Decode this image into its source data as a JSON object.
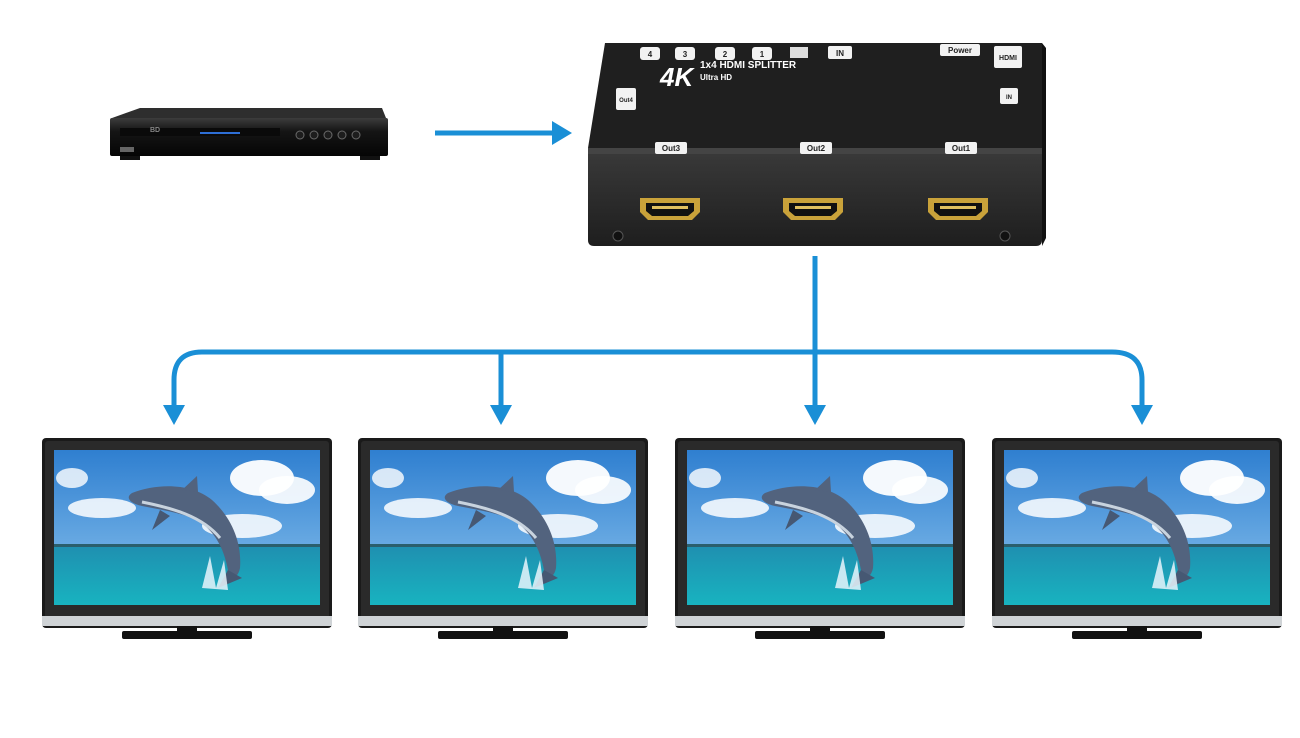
{
  "colors": {
    "arrow": "#1a8fd6",
    "device_body": "#2b2b2b",
    "device_top": "#1c1c1c",
    "player_body": "#121212",
    "tv_bezel": "#1a1a1a",
    "sky": "#3f8fd8",
    "sea": "#1d9fb5"
  },
  "source": {
    "device": "blu-ray-player",
    "logo": "BD",
    "icon": "disc-player-icon"
  },
  "splitter": {
    "title_big": "4K",
    "title_line1": "1x4 HDMI SPLITTER",
    "title_line2": "Ultra HD",
    "top_buttons": [
      "4",
      "3",
      "2",
      "1"
    ],
    "in_label": "IN",
    "power_label": "Power",
    "hdmi_label": "HDMI",
    "in_badge": "IN",
    "out4_label": "Out4",
    "ports": [
      "Out3",
      "Out2",
      "Out1"
    ]
  },
  "displays": [
    {
      "icon": "tv-dolphin-icon"
    },
    {
      "icon": "tv-dolphin-icon"
    },
    {
      "icon": "tv-dolphin-icon"
    },
    {
      "icon": "tv-dolphin-icon"
    }
  ]
}
